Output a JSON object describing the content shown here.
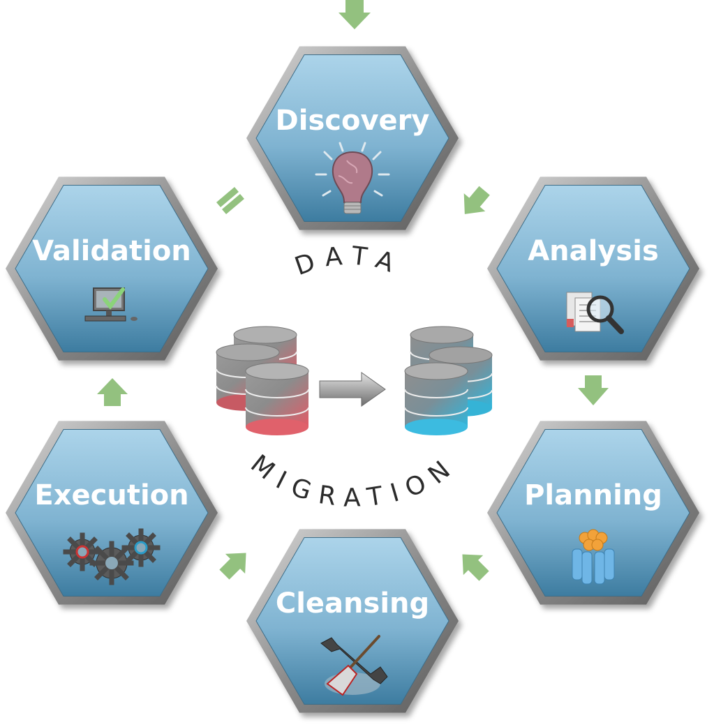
{
  "stages": [
    {
      "id": "discovery",
      "label": "Discovery",
      "icon": "lightbulb-icon"
    },
    {
      "id": "analysis",
      "label": "Analysis",
      "icon": "magnifier-document-icon"
    },
    {
      "id": "planning",
      "label": "Planning",
      "icon": "team-people-icon"
    },
    {
      "id": "cleansing",
      "label": "Cleansing",
      "icon": "broom-wrench-icon"
    },
    {
      "id": "execution",
      "label": "Execution",
      "icon": "gears-icon"
    },
    {
      "id": "validation",
      "label": "Validation",
      "icon": "computer-check-icon"
    }
  ],
  "center": {
    "word_top": "DATA",
    "word_bottom": "MIGRATION",
    "source_icon": "database-red-icon",
    "target_icon": "database-blue-icon",
    "arrow_icon": "right-arrow-icon"
  },
  "colors": {
    "hex_fill_top": "#a9d2e8",
    "hex_fill_bottom": "#3f7fa2",
    "hex_border": "#8a8a8a",
    "flow_arrow": "#93c17f",
    "db_source": "#e06a72",
    "db_target": "#3ab8d8"
  }
}
